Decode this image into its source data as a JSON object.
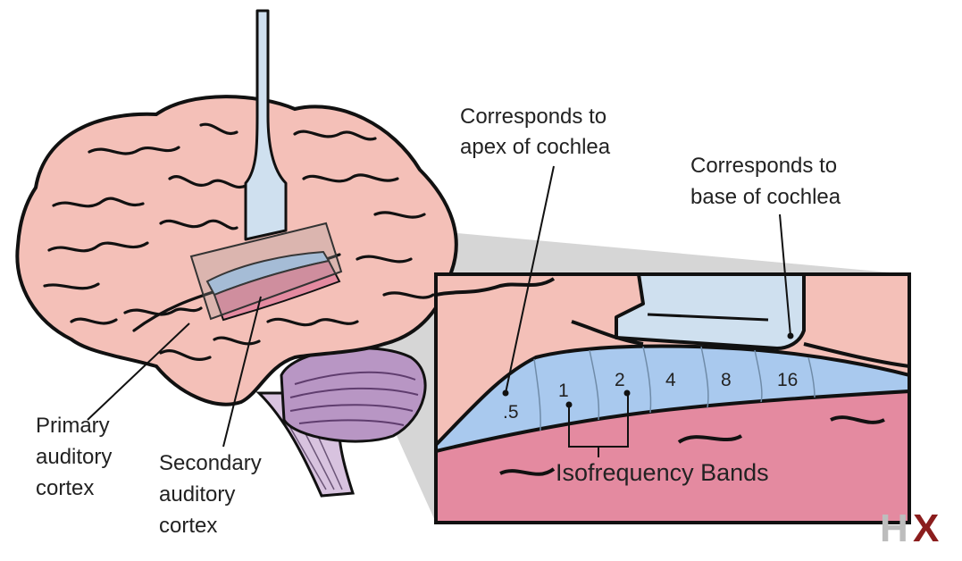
{
  "labels": {
    "apex_line1": "Corresponds to",
    "apex_line2": "apex of cochlea",
    "base_line1": "Corresponds to",
    "base_line2": "base of cochlea",
    "primary_line1": "Primary",
    "primary_line2": "auditory",
    "primary_line3": "cortex",
    "secondary_line1": "Secondary",
    "secondary_line2": "auditory",
    "secondary_line3": "cortex",
    "bands_label": "Isofrequency Bands"
  },
  "bands": [
    ".5",
    "1",
    "2",
    "4",
    "8",
    "16"
  ],
  "logo": {
    "text": "HX",
    "h_color": "#bdbdbd",
    "x_color": "#8b1d1d"
  },
  "colors": {
    "brain": "#f4c0b8",
    "primary_cortex": "#a9c9ee",
    "secondary_cortex": "#e48aa0",
    "cerebellum": "#b896c4",
    "brainstem": "#d8c3df",
    "electrode": "#cfe0ef",
    "outline": "#111111"
  }
}
